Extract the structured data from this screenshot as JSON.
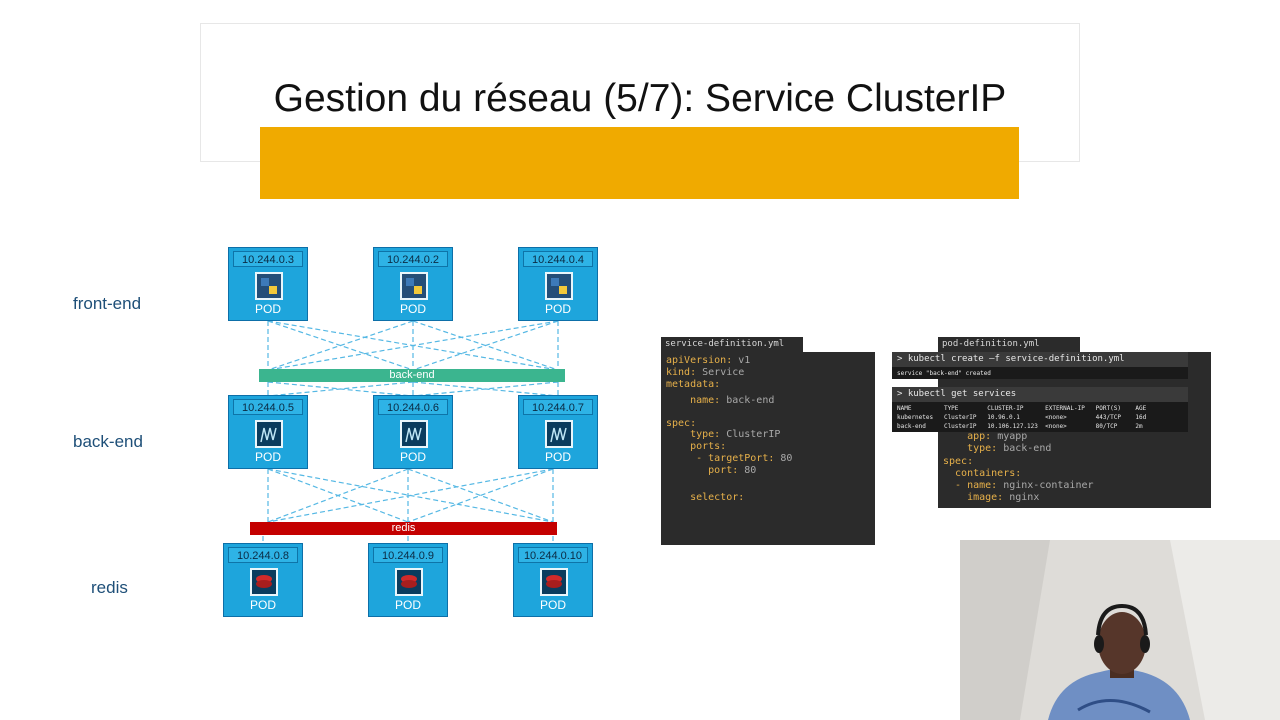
{
  "slide": {
    "title": "Gestion du réseau (5/7): Service ClusterIP",
    "accent_color": "#f0aa00"
  },
  "diagram": {
    "tiers": [
      {
        "label": "front-end",
        "pods": [
          {
            "ip": "10.244.0.3",
            "label": "POD",
            "icon": "python-icon"
          },
          {
            "ip": "10.244.0.2",
            "label": "POD",
            "icon": "python-icon"
          },
          {
            "ip": "10.244.0.4",
            "label": "POD",
            "icon": "python-icon"
          }
        ]
      },
      {
        "label": "back-end",
        "pods": [
          {
            "ip": "10.244.0.5",
            "label": "POD",
            "icon": "nginx-icon"
          },
          {
            "ip": "10.244.0.6",
            "label": "POD",
            "icon": "nginx-icon"
          },
          {
            "ip": "10.244.0.7",
            "label": "POD",
            "icon": "nginx-icon"
          }
        ]
      },
      {
        "label": "redis",
        "pods": [
          {
            "ip": "10.244.0.8",
            "label": "POD",
            "icon": "redis-icon"
          },
          {
            "ip": "10.244.0.9",
            "label": "POD",
            "icon": "redis-icon"
          },
          {
            "ip": "10.244.0.10",
            "label": "POD",
            "icon": "redis-icon"
          }
        ]
      }
    ],
    "services": [
      {
        "label": "back-end",
        "color": "#3bb58f"
      },
      {
        "label": "redis",
        "color": "#c40000"
      }
    ]
  },
  "service_file": {
    "filename": "service-definition.yml",
    "lines": [
      {
        "k": "apiVersion:",
        "v": " v1"
      },
      {
        "k": "kind:",
        "v": " Service"
      },
      {
        "k": "metadata:",
        "v": ""
      },
      {
        "k": "    name:",
        "v": " back-end"
      },
      {
        "k": "",
        "v": ""
      },
      {
        "k": "spec:",
        "v": ""
      },
      {
        "k": "    type:",
        "v": " ClusterIP"
      },
      {
        "k": "    ports:",
        "v": ""
      },
      {
        "k": "     - targetPort:",
        "v": " 80"
      },
      {
        "k": "       port:",
        "v": " 80"
      },
      {
        "k": "",
        "v": ""
      },
      {
        "k": "    selector:",
        "v": ""
      }
    ]
  },
  "pod_file": {
    "filename": "pod-definition.yml",
    "lines": [
      {
        "k": "    app:",
        "v": " myapp"
      },
      {
        "k": "    type:",
        "v": " back-end"
      },
      {
        "k": "spec:",
        "v": ""
      },
      {
        "k": "  containers:",
        "v": ""
      },
      {
        "k": "  - name:",
        "v": " nginx-container"
      },
      {
        "k": "    image:",
        "v": " nginx"
      }
    ]
  },
  "terminal": {
    "cmd1": "> kubectl create –f service-definition.yml",
    "out1": "service \"back-end\" created",
    "cmd2": "> kubectl get services",
    "table": "NAME         TYPE        CLUSTER-IP      EXTERNAL-IP   PORT(S)    AGE\nkubernetes   ClusterIP   10.96.0.1       <none>        443/TCP    16d\nback-end     ClusterIP   10.106.127.123  <none>        80/TCP     2m"
  }
}
